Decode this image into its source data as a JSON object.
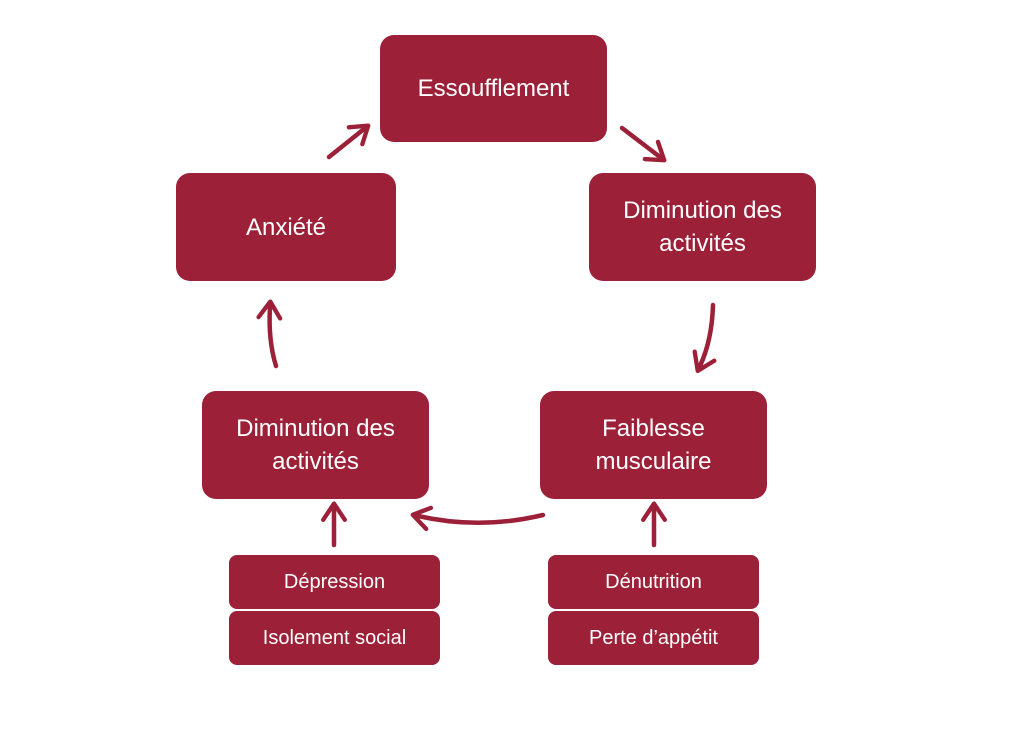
{
  "diagram": {
    "nodes": {
      "essoufflement": "Essoufflement",
      "diminution_right_line1": "Diminution des",
      "diminution_right_line2": "activités",
      "faiblesse_line1": "Faiblesse",
      "faiblesse_line2": "musculaire",
      "diminution_left_line1": "Diminution des",
      "diminution_left_line2": "activités",
      "anxiete": "Anxiété"
    },
    "factors_left": [
      "Dépression",
      "Isolement social"
    ],
    "factors_right": [
      "Dénutrition",
      "Perte d’appétit"
    ],
    "colors": {
      "box_fill": "#9b2038",
      "box_text": "#ffffff",
      "arrow": "#9b2038"
    }
  }
}
